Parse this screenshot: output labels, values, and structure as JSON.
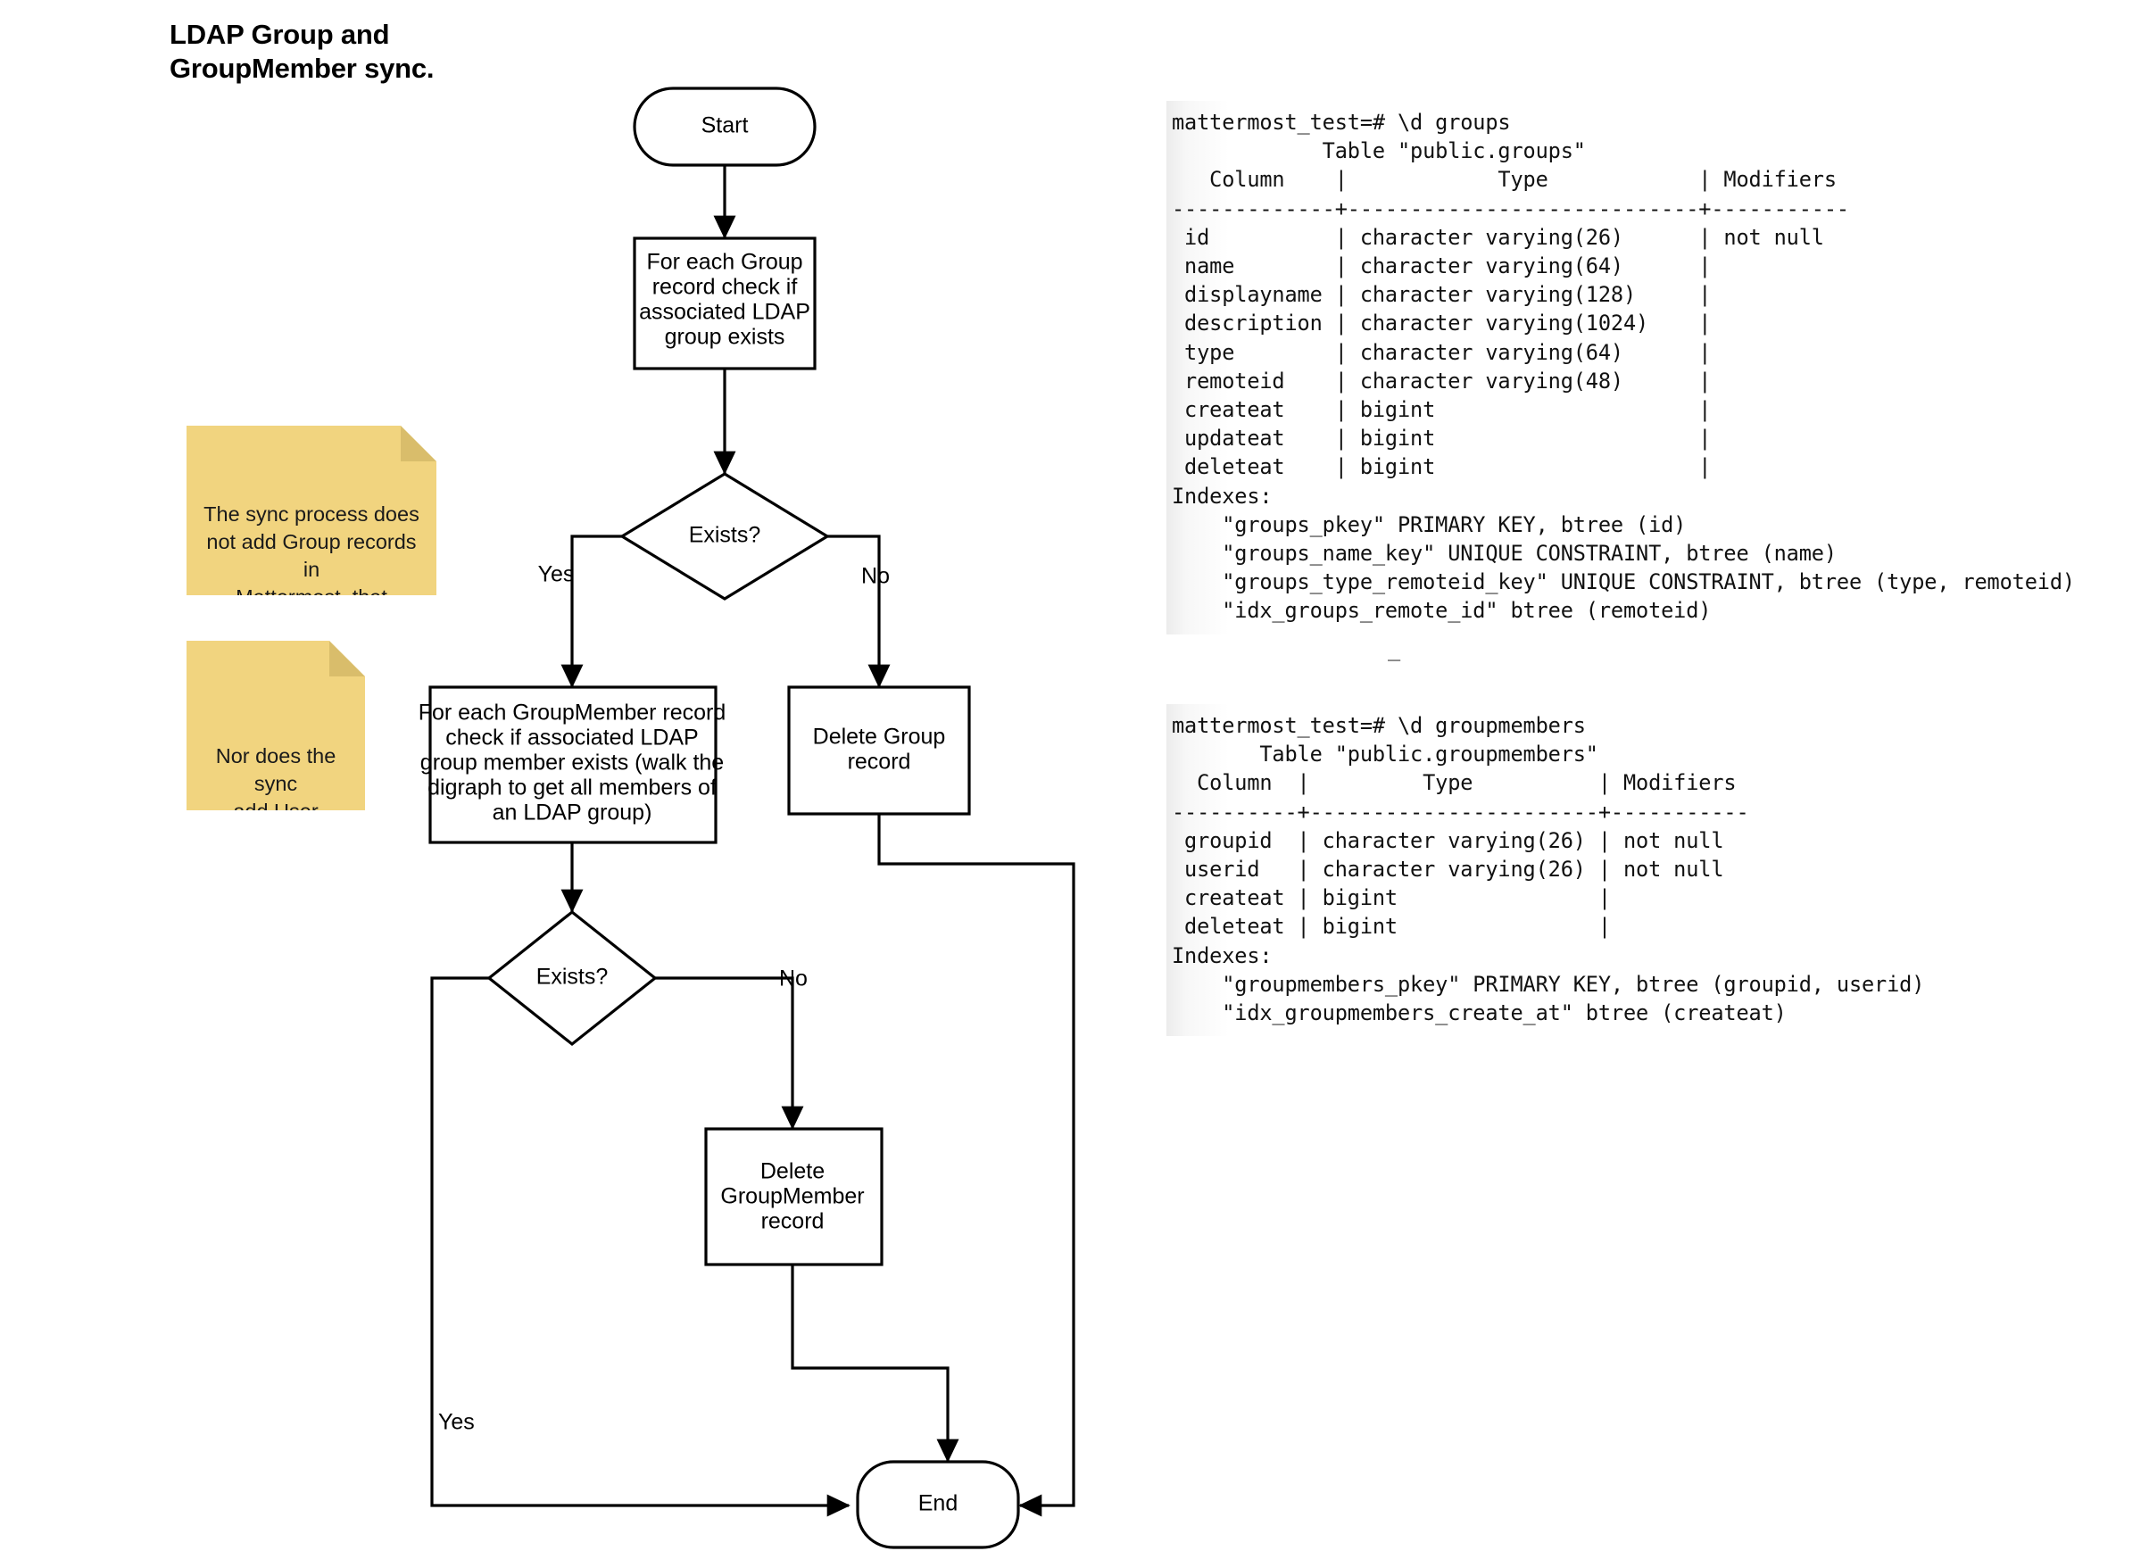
{
  "title": "LDAP Group and\nGroupMember sync.",
  "flowchart": {
    "nodes": {
      "start": "Start",
      "check_group": "For each Group\nrecord check if\nassociated LDAP\ngroup exists",
      "decision_1": "Exists?",
      "check_groupmember": "For each GroupMember record\ncheck if associated LDAP\ngroup member exists (walk the\ndigraph to get all members of\nan LDAP group)",
      "delete_group": "Delete Group\nrecord",
      "decision_2": "Exists?",
      "delete_groupmember": "Delete\nGroupMember\nrecord",
      "end": "End"
    },
    "edge_labels": {
      "d1_yes": "Yes",
      "d1_no": "No",
      "d2_no": "No",
      "d2_yes": "Yes"
    }
  },
  "notes": [
    {
      "id": "note-sync-group",
      "text": "The sync process does\nnot add Group records in\nMattermost, that happens\nwhen a user \"links\" an\nLDAP group in the UI."
    },
    {
      "id": "note-sync-user",
      "text": "Nor does the sync\nadd User records.\nthose are added\non first login."
    }
  ],
  "terminals": [
    {
      "id": "terminal-groups",
      "prompt": "mattermost_test=# \\d groups",
      "text": "mattermost_test=# \\d groups\n            Table \"public.groups\"\n   Column    |            Type            | Modifiers\n-------------+----------------------------+-----------\n id          | character varying(26)      | not null\n name        | character varying(64)      |\n displayname | character varying(128)     |\n description | character varying(1024)    |\n type        | character varying(64)      |\n remoteid    | character varying(48)      |\n createat    | bigint                     |\n updateat    | bigint                     |\n deleteat    | bigint                     |\nIndexes:\n    \"groups_pkey\" PRIMARY KEY, btree (id)\n    \"groups_name_key\" UNIQUE CONSTRAINT, btree (name)\n    \"groups_type_remoteid_key\" UNIQUE CONSTRAINT, btree (type, remoteid)\n    \"idx_groups_remote_id\" btree (remoteid)"
    },
    {
      "id": "terminal-groupmembers",
      "prompt": "mattermost_test=# \\d groupmembers",
      "text": "mattermost_test=# \\d groupmembers\n       Table \"public.groupmembers\"\n  Column  |         Type          | Modifiers\n----------+-----------------------+-----------\n groupid  | character varying(26) | not null\n userid   | character varying(26) | not null\n createat | bigint                |\n deleteat | bigint                |\nIndexes:\n    \"groupmembers_pkey\" PRIMARY KEY, btree (groupid, userid)\n    \"idx_groupmembers_create_at\" btree (createat)"
    }
  ],
  "cursor": "_",
  "colors": {
    "note_bg": "#f1d47f",
    "note_fold": "#d9bd6b",
    "stroke": "#000000",
    "shape_fill": "#ffffff",
    "terminal_gutter": "#ececec"
  }
}
